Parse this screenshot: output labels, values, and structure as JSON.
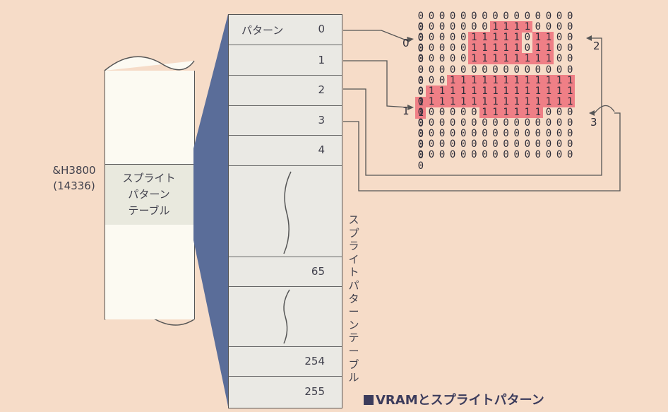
{
  "memory": {
    "address_hex": "&H3800",
    "address_dec": "(14336)",
    "region_label_lines": [
      "スプライト",
      "パターン",
      "テーブル"
    ]
  },
  "pattern_table": {
    "header": "パターン",
    "rows": [
      "0",
      "1",
      "2",
      "3",
      "4",
      "65",
      "254",
      "255"
    ],
    "vertical_title": "スプライトパターンテーブル"
  },
  "sprite_grid": {
    "rows": [
      "0000000000000000",
      "0000000111100000",
      "0000011111011000",
      "0000011111011000",
      "0000011111111000",
      "0000000000000000",
      "0001111111111110",
      "0111111111111111",
      "0111111111111111",
      "0000001111110000",
      "0000000000000000",
      "0000000000000000",
      "0000000000000000",
      "0000000000000000"
    ],
    "corner_labels": [
      "0",
      "1",
      "2",
      "3"
    ],
    "highlight_color": "#ef7f86"
  },
  "caption": "VRAMとスプライトパターン",
  "colors": {
    "background": "#f6dcc8",
    "triangle": "#5a6d99",
    "text": "#3e3e4a"
  }
}
